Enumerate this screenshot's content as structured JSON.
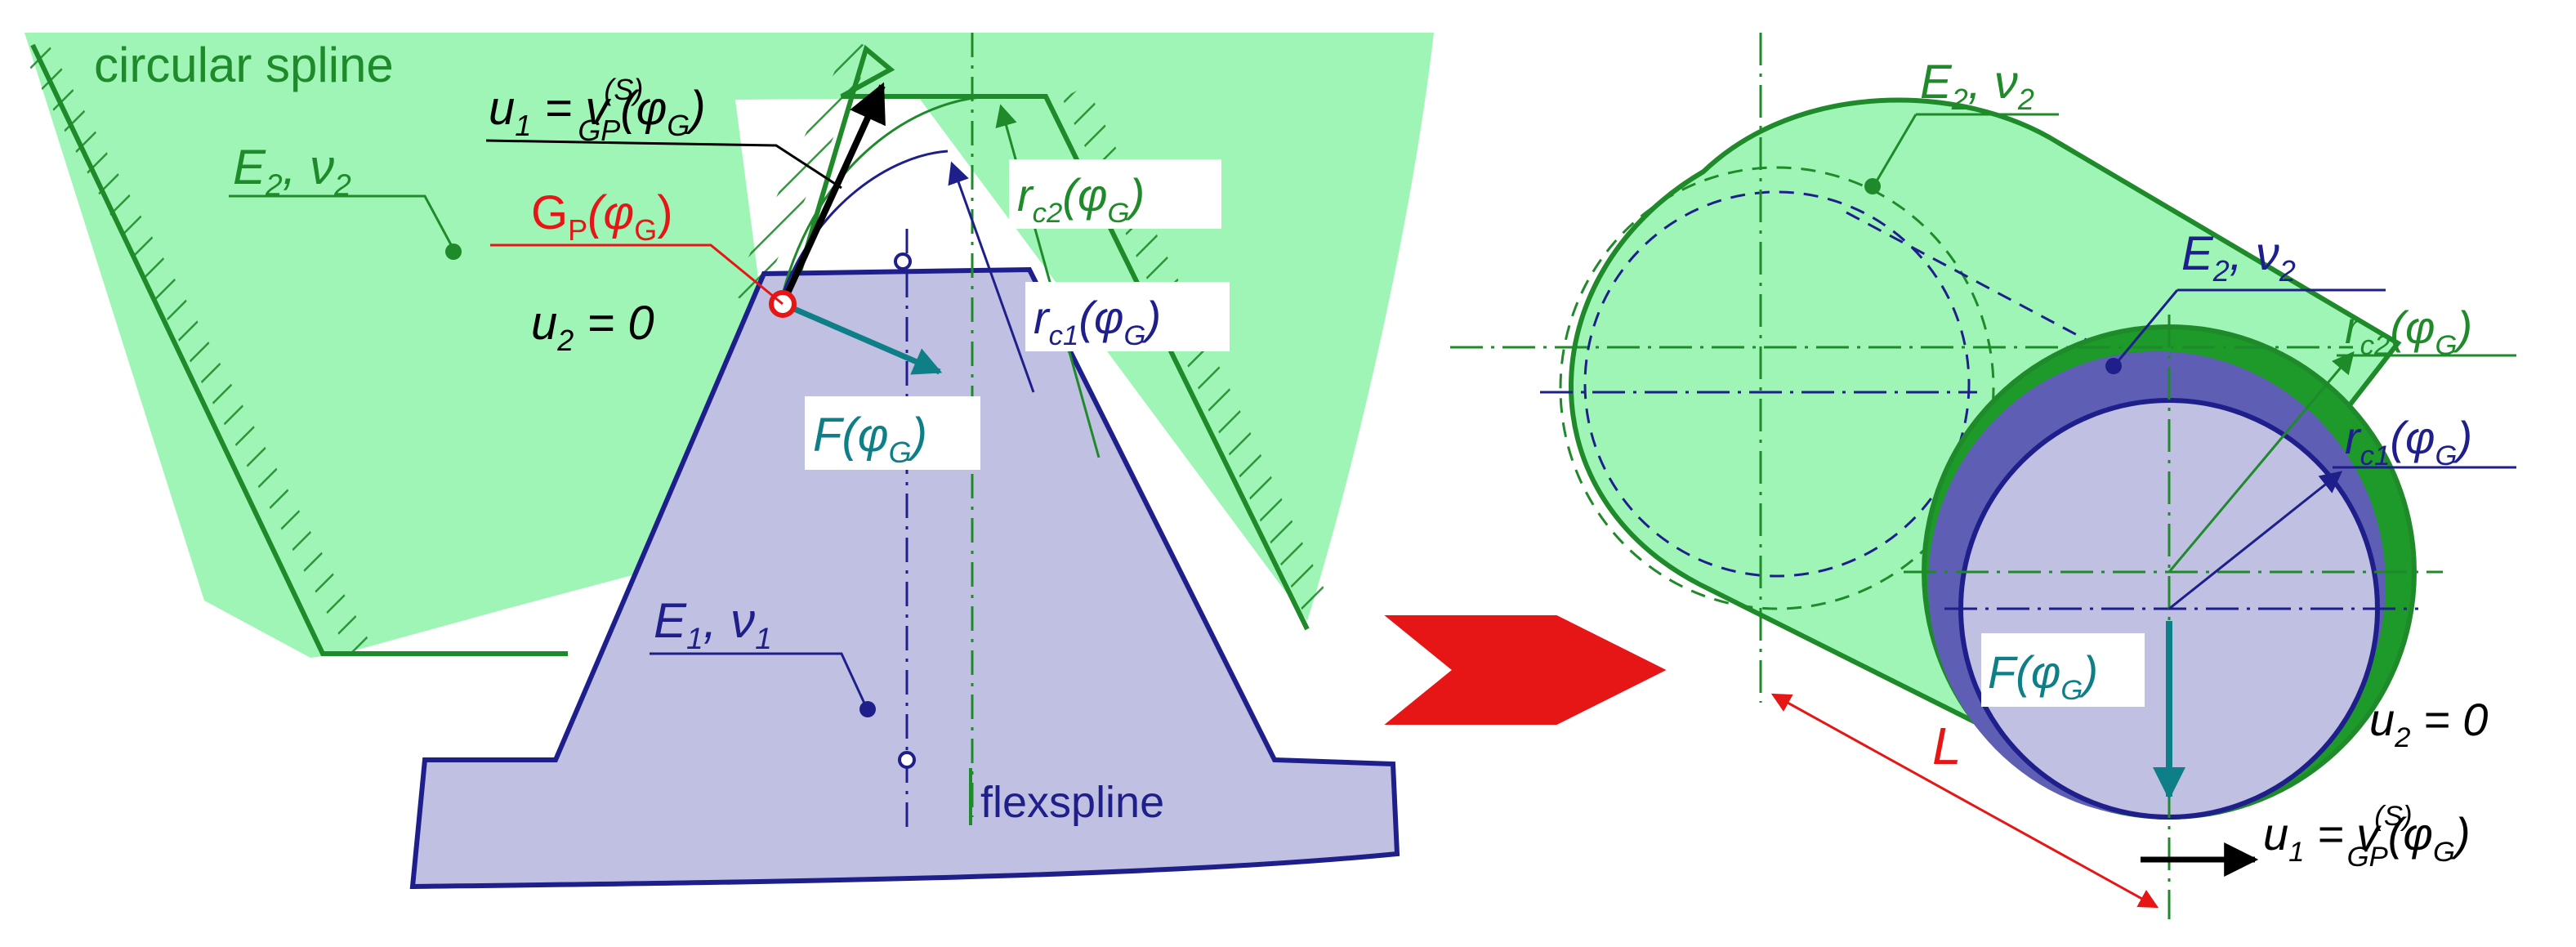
{
  "colors": {
    "green_fill": "#9ff5b6",
    "green_line": "#1f8a2a",
    "green_dark": "#1d9a2a",
    "blue_fill": "#c0c0e2",
    "blue_line": "#1f1f8c",
    "blue_dark": "#5e5eb4",
    "teal": "#0e7f86",
    "red": "#e61616",
    "black": "#000000"
  },
  "left": {
    "circular_spline": "circular spline",
    "flexspline": "flexspline",
    "E2_label": {
      "sym": "E",
      "sub": "2",
      "sep": ", ",
      "sym2": "ν",
      "sub2": "2"
    },
    "E1_label": {
      "sym": "E",
      "sub": "1",
      "sep": ", ",
      "sym2": "ν",
      "sub2": "1"
    },
    "u1_label": {
      "u": "u",
      "u_sub": "1",
      "eq": " = v",
      "sup": "(S)",
      "sub": "GP",
      "arg": "(φ",
      "arg_sub": "G",
      "close": ")"
    },
    "gp_label": {
      "g": "G",
      "g_sub": "P",
      "arg": "(φ",
      "arg_sub": "G",
      "close": ")"
    },
    "u2_label": {
      "u": "u",
      "u_sub": "2",
      "eq": " = 0"
    },
    "rc2_label": {
      "r": "r",
      "r_sub": "c2",
      "arg": "(φ",
      "arg_sub": "G",
      "close": ")"
    },
    "rc1_label": {
      "r": "r",
      "r_sub": "c1",
      "arg": "(φ",
      "arg_sub": "G",
      "close": ")"
    },
    "F_label": {
      "f": "F",
      "arg": "(φ",
      "arg_sub": "G",
      "close": ")"
    }
  },
  "right": {
    "E2_green": {
      "sym": "E",
      "sub": "2",
      "sep": ", ",
      "sym2": "ν",
      "sub2": "2"
    },
    "E2_blue": {
      "sym": "E",
      "sub": "2",
      "sep": ", ",
      "sym2": "ν",
      "sub2": "2"
    },
    "rc2_label": {
      "r": "r",
      "r_sub": "c2",
      "arg": "(φ",
      "arg_sub": "G",
      "close": ")"
    },
    "rc1_label": {
      "r": "r",
      "r_sub": "c1",
      "arg": "(φ",
      "arg_sub": "G",
      "close": ")"
    },
    "F_label": {
      "f": "F",
      "arg": "(φ",
      "arg_sub": "G",
      "close": ")"
    },
    "u2_label": {
      "u": "u",
      "u_sub": "2",
      "eq": " = 0"
    },
    "u1_label": {
      "u": "u",
      "u_sub": "1",
      "eq": " = v",
      "sup": "(S)",
      "sub": "GP",
      "arg": "(φ",
      "arg_sub": "G",
      "close": ")"
    },
    "L_label": "L"
  }
}
